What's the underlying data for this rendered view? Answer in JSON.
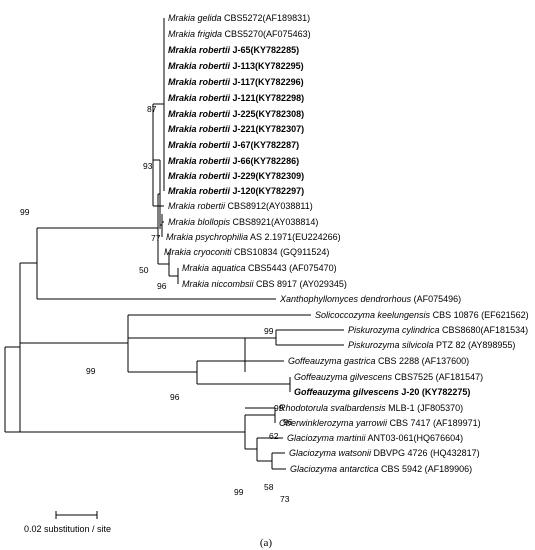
{
  "taxa": [
    {
      "species": "Mrakia gelida",
      "strain": "CBS5272(AF189831)",
      "bold": false
    },
    {
      "species": "Mrakia frigida",
      "strain": "CBS5270(AF075463)",
      "bold": false
    },
    {
      "species": "Mrakia robertii",
      "strain": "J-65(KY782285)",
      "bold": true
    },
    {
      "species": "Mrakia robertii",
      "strain": "J-113(KY782295)",
      "bold": true
    },
    {
      "species": "Mrakia robertii",
      "strain": "J-117(KY782296)",
      "bold": true
    },
    {
      "species": "Mrakia robertii",
      "strain": "J-121(KY782298)",
      "bold": true
    },
    {
      "species": "Mrakia robertii",
      "strain": "J-225(KY782308)",
      "bold": true
    },
    {
      "species": "Mrakia robertii",
      "strain": "J-221(KY782307)",
      "bold": true
    },
    {
      "species": "Mrakia robertii",
      "strain": "J-67(KY782287)",
      "bold": true
    },
    {
      "species": "Mrakia robertii",
      "strain": "J-66(KY782286)",
      "bold": true
    },
    {
      "species": "Mrakia robertii",
      "strain": "J-229(KY782309)",
      "bold": true
    },
    {
      "species": "Mrakia robertii",
      "strain": "J-120(KY782297)",
      "bold": true
    },
    {
      "species": "Mrakia robertii",
      "strain": "CBS8912(AY038811)",
      "bold": false
    },
    {
      "species": "Mrakia blollopis",
      "strain": "CBS8921(AY038814)",
      "bold": false
    },
    {
      "species": "Mrakia psychrophilia",
      "strain": "AS 2.1971(EU224266)",
      "bold": false
    },
    {
      "species": "Mrakia cryoconiti",
      "strain": "CBS10834 (GQ911524)",
      "bold": false
    },
    {
      "species": "Mrakia aquatica",
      "strain": "CBS5443 (AF075470)",
      "bold": false
    },
    {
      "species": "Mrakia niccombsii",
      "strain": "CBS 8917 (AY029345)",
      "bold": false
    },
    {
      "species": "Xanthophyllomyces dendrorhous",
      "strain": "(AF075496)",
      "bold": false
    },
    {
      "species": "Solicoccozyma keelungensis",
      "strain": "CBS 10876 (EF621562)",
      "bold": false
    },
    {
      "species": "Piskurozyma cylindrica",
      "strain": "CBS8680(AF181534)",
      "bold": false
    },
    {
      "species": "Piskurozyma silvicola",
      "strain": "PTZ 82 (AY898955)",
      "bold": false
    },
    {
      "species": "Goffeauzyma gastrica",
      "strain": "CBS 2288 (AF137600)",
      "bold": false
    },
    {
      "species": "Goffeauzyma gilvescens",
      "strain": "CBS7525 (AF181547)",
      "bold": false
    },
    {
      "species": "Goffeauzyma gilvescens",
      "strain": "J-20 (KY782275)",
      "bold": true
    },
    {
      "species": "Rhodotorula svalbardensis",
      "strain": "MLB-1 (JF805370)",
      "bold": false
    },
    {
      "species": "Oberwinklerozyma yarrowii",
      "strain": "CBS 7417 (AF189971)",
      "bold": false
    },
    {
      "species": "Glaciozyma martinii",
      "strain": "ANT03-061(HQ676604)",
      "bold": false
    },
    {
      "species": "Glaciozyma watsonii",
      "strain": "DBVPG 4726 (HQ432817)",
      "bold": false
    },
    {
      "species": "Glaciozyma antarctica",
      "strain": "CBS 5942 (AF189906)",
      "bold": false
    }
  ],
  "bootstrap": {
    "b87": "87",
    "b93": "93",
    "b99a": "99",
    "b77": "77",
    "b50": "50",
    "b96a": "96",
    "b99b": "99",
    "b99c": "99",
    "b96b": "96",
    "b99d": "99",
    "b96c": "96",
    "b62": "62",
    "b99e": "99",
    "b58": "58",
    "b73": "73"
  },
  "scale_label": "0.02 substitution / site",
  "panel_label": "(a)"
}
